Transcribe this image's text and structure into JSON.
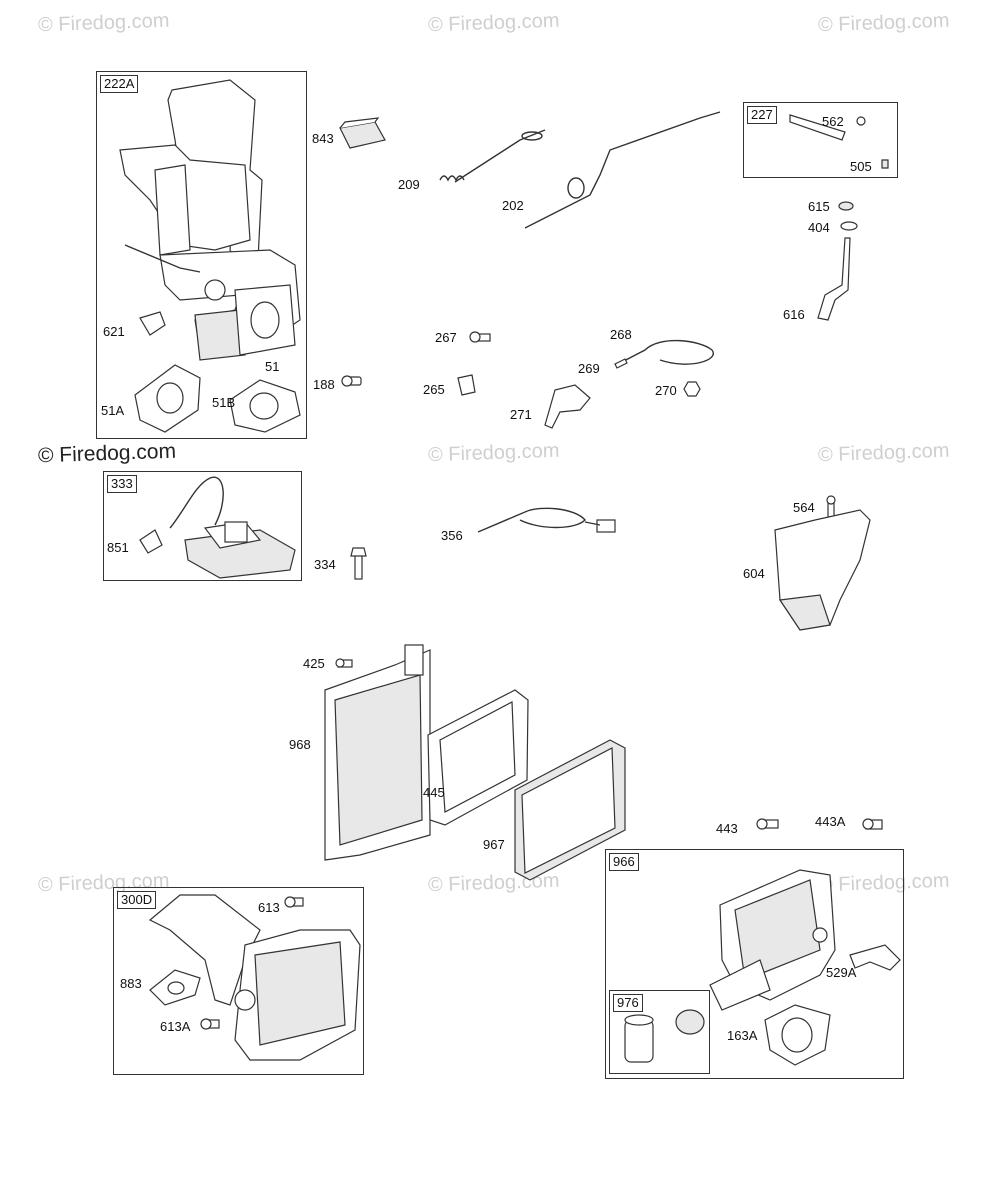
{
  "watermark": "© Firedog.com",
  "groups": {
    "g222A": "222A",
    "g227": "227",
    "g333": "333",
    "g300D": "300D",
    "g966": "966",
    "g976": "976"
  },
  "labels": {
    "p843": "843",
    "p209": "209",
    "p202": "202",
    "p562": "562",
    "p505": "505",
    "p615": "615",
    "p404": "404",
    "p616": "616",
    "p621": "621",
    "p51": "51",
    "p51A": "51A",
    "p51B": "51B",
    "p188": "188",
    "p267": "267",
    "p268": "268",
    "p269": "269",
    "p265": "265",
    "p270": "270",
    "p271": "271",
    "p851": "851",
    "p334": "334",
    "p356": "356",
    "p564": "564",
    "p604": "604",
    "p425": "425",
    "p968": "968",
    "p445": "445",
    "p967": "967",
    "p443": "443",
    "p443A": "443A",
    "p613": "613",
    "p883": "883",
    "p613A": "613A",
    "p529A": "529A",
    "p163A": "163A"
  }
}
